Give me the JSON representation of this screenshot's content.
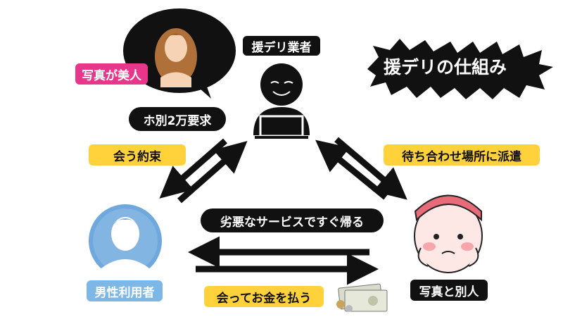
{
  "title": "援デリの仕組み",
  "nodes": {
    "operator": "援デリ業者",
    "photo_caption": "写真が美人",
    "user": "男性利用者",
    "actual_woman": "写真と別人"
  },
  "labels": {
    "demand": "ホ別2万要求",
    "promise": "会う約束",
    "dispatch": "待ち合わせ場所に派遣",
    "bad_service": "劣悪なサービスですぐ帰る",
    "payment": "会ってお金を払う"
  },
  "colors": {
    "pink_label": "#e8378a",
    "blue_label": "#7cb7e6",
    "yellow_label": "#ffd23c",
    "black": "#111111"
  },
  "icons": [
    "speech-bubble-photo-woman",
    "hacker-laptop-icon",
    "male-user-silhouette-icon",
    "chubby-woman-illustration",
    "cash-bills-icon"
  ]
}
